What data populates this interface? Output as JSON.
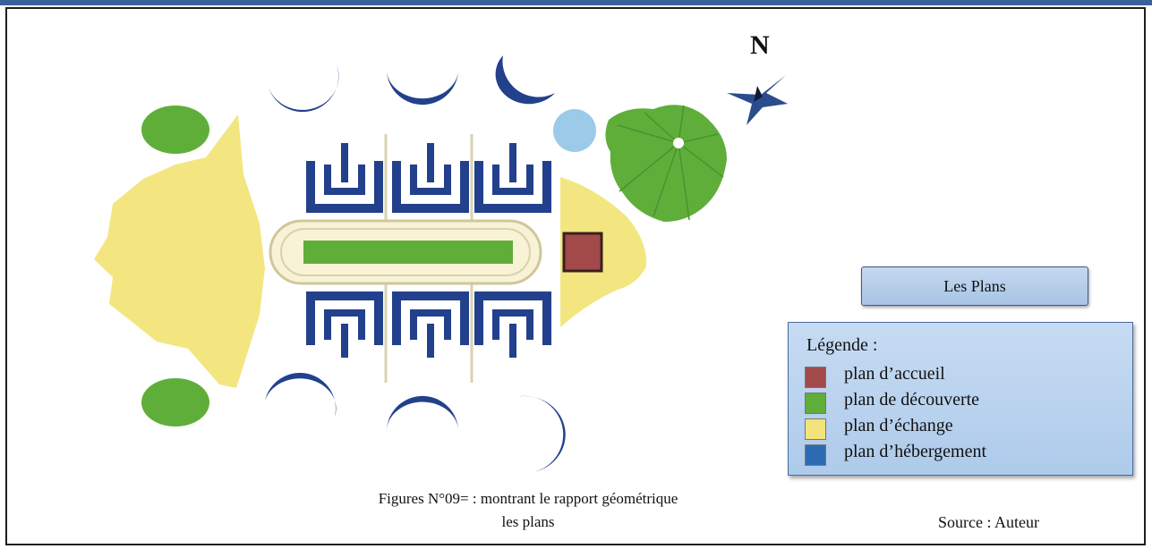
{
  "north": {
    "label": "N"
  },
  "banner": {
    "label": "Les Plans"
  },
  "legend": {
    "title": "Légende :",
    "items": [
      {
        "label": "plan d’accueil",
        "color": "#a24a4a"
      },
      {
        "label": "plan de découverte",
        "color": "#5fae3a"
      },
      {
        "label": "plan d’échange",
        "color": "#f2e37a"
      },
      {
        "label": "plan d’hébergement",
        "color": "#2f6bb3"
      }
    ]
  },
  "caption": {
    "line1": "Figures N°09= : montrant le rapport géométrique",
    "line2": "les plans"
  },
  "source": "Source : Auteur",
  "colors": {
    "accueil": "#a24a4a",
    "decouverte": "#5fae3a",
    "echange": "#f3e680",
    "hebergement": "#23408c",
    "water": "#9ccbe9",
    "compass": "#2b4c8c"
  }
}
